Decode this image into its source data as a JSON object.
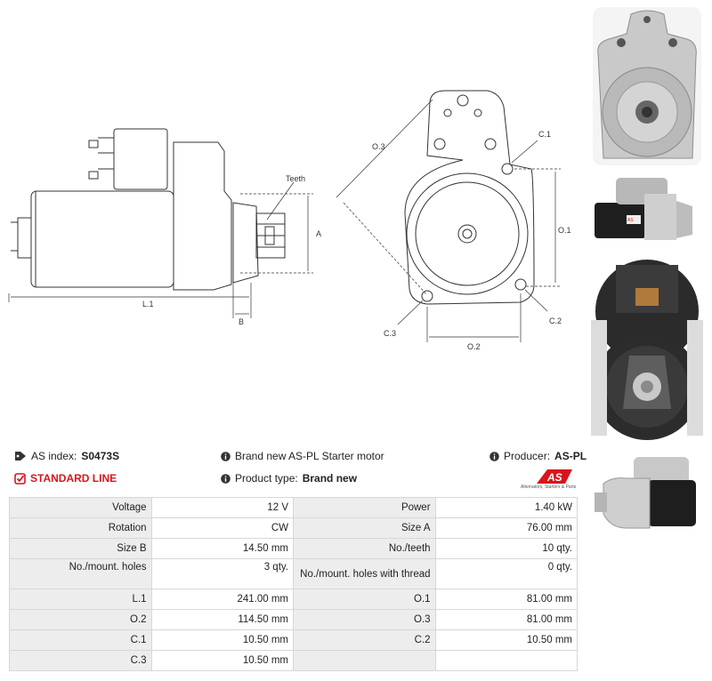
{
  "drawing": {
    "teeth_label": "Teeth",
    "dims": {
      "a": "A",
      "b": "B",
      "l1": "L.1",
      "o1": "O.1",
      "o2": "O.2",
      "o3": "O.3",
      "c1": "C.1",
      "c2": "C.2",
      "c3": "C.3"
    }
  },
  "info": {
    "as_index_label": "AS index:",
    "as_index_value": "S0473S",
    "line_label": "STANDARD LINE",
    "desc": "Brand new AS-PL Starter motor",
    "product_type_label": "Product type:",
    "product_type_value": "Brand new",
    "producer_label": "Producer:",
    "producer_value": "AS-PL"
  },
  "logo": {
    "mark": "AS",
    "tagline": "Alternators, Starters & Parts"
  },
  "specs": [
    [
      "Voltage",
      "12 V",
      "Power",
      "1.40 kW"
    ],
    [
      "Rotation",
      "CW",
      "Size A",
      "76.00 mm"
    ],
    [
      "Size B",
      "14.50 mm",
      "No./teeth",
      "10 qty."
    ],
    [
      "No./mount. holes",
      "3 qty.",
      "No./mount. holes with thread",
      "0 qty."
    ],
    [
      "L.1",
      "241.00 mm",
      "O.1",
      "81.00 mm"
    ],
    [
      "O.2",
      "114.50 mm",
      "O.3",
      "81.00 mm"
    ],
    [
      "C.1",
      "10.50 mm",
      "C.2",
      "10.50 mm"
    ],
    [
      "C.3",
      "10.50 mm",
      "",
      ""
    ]
  ],
  "colors": {
    "accent_red": "#d9141b",
    "label_bg": "#ededed",
    "border": "#d7d7d7"
  },
  "icons": {
    "tag": "tag-icon",
    "check": "check-square-icon",
    "info": "info-circle-icon"
  }
}
